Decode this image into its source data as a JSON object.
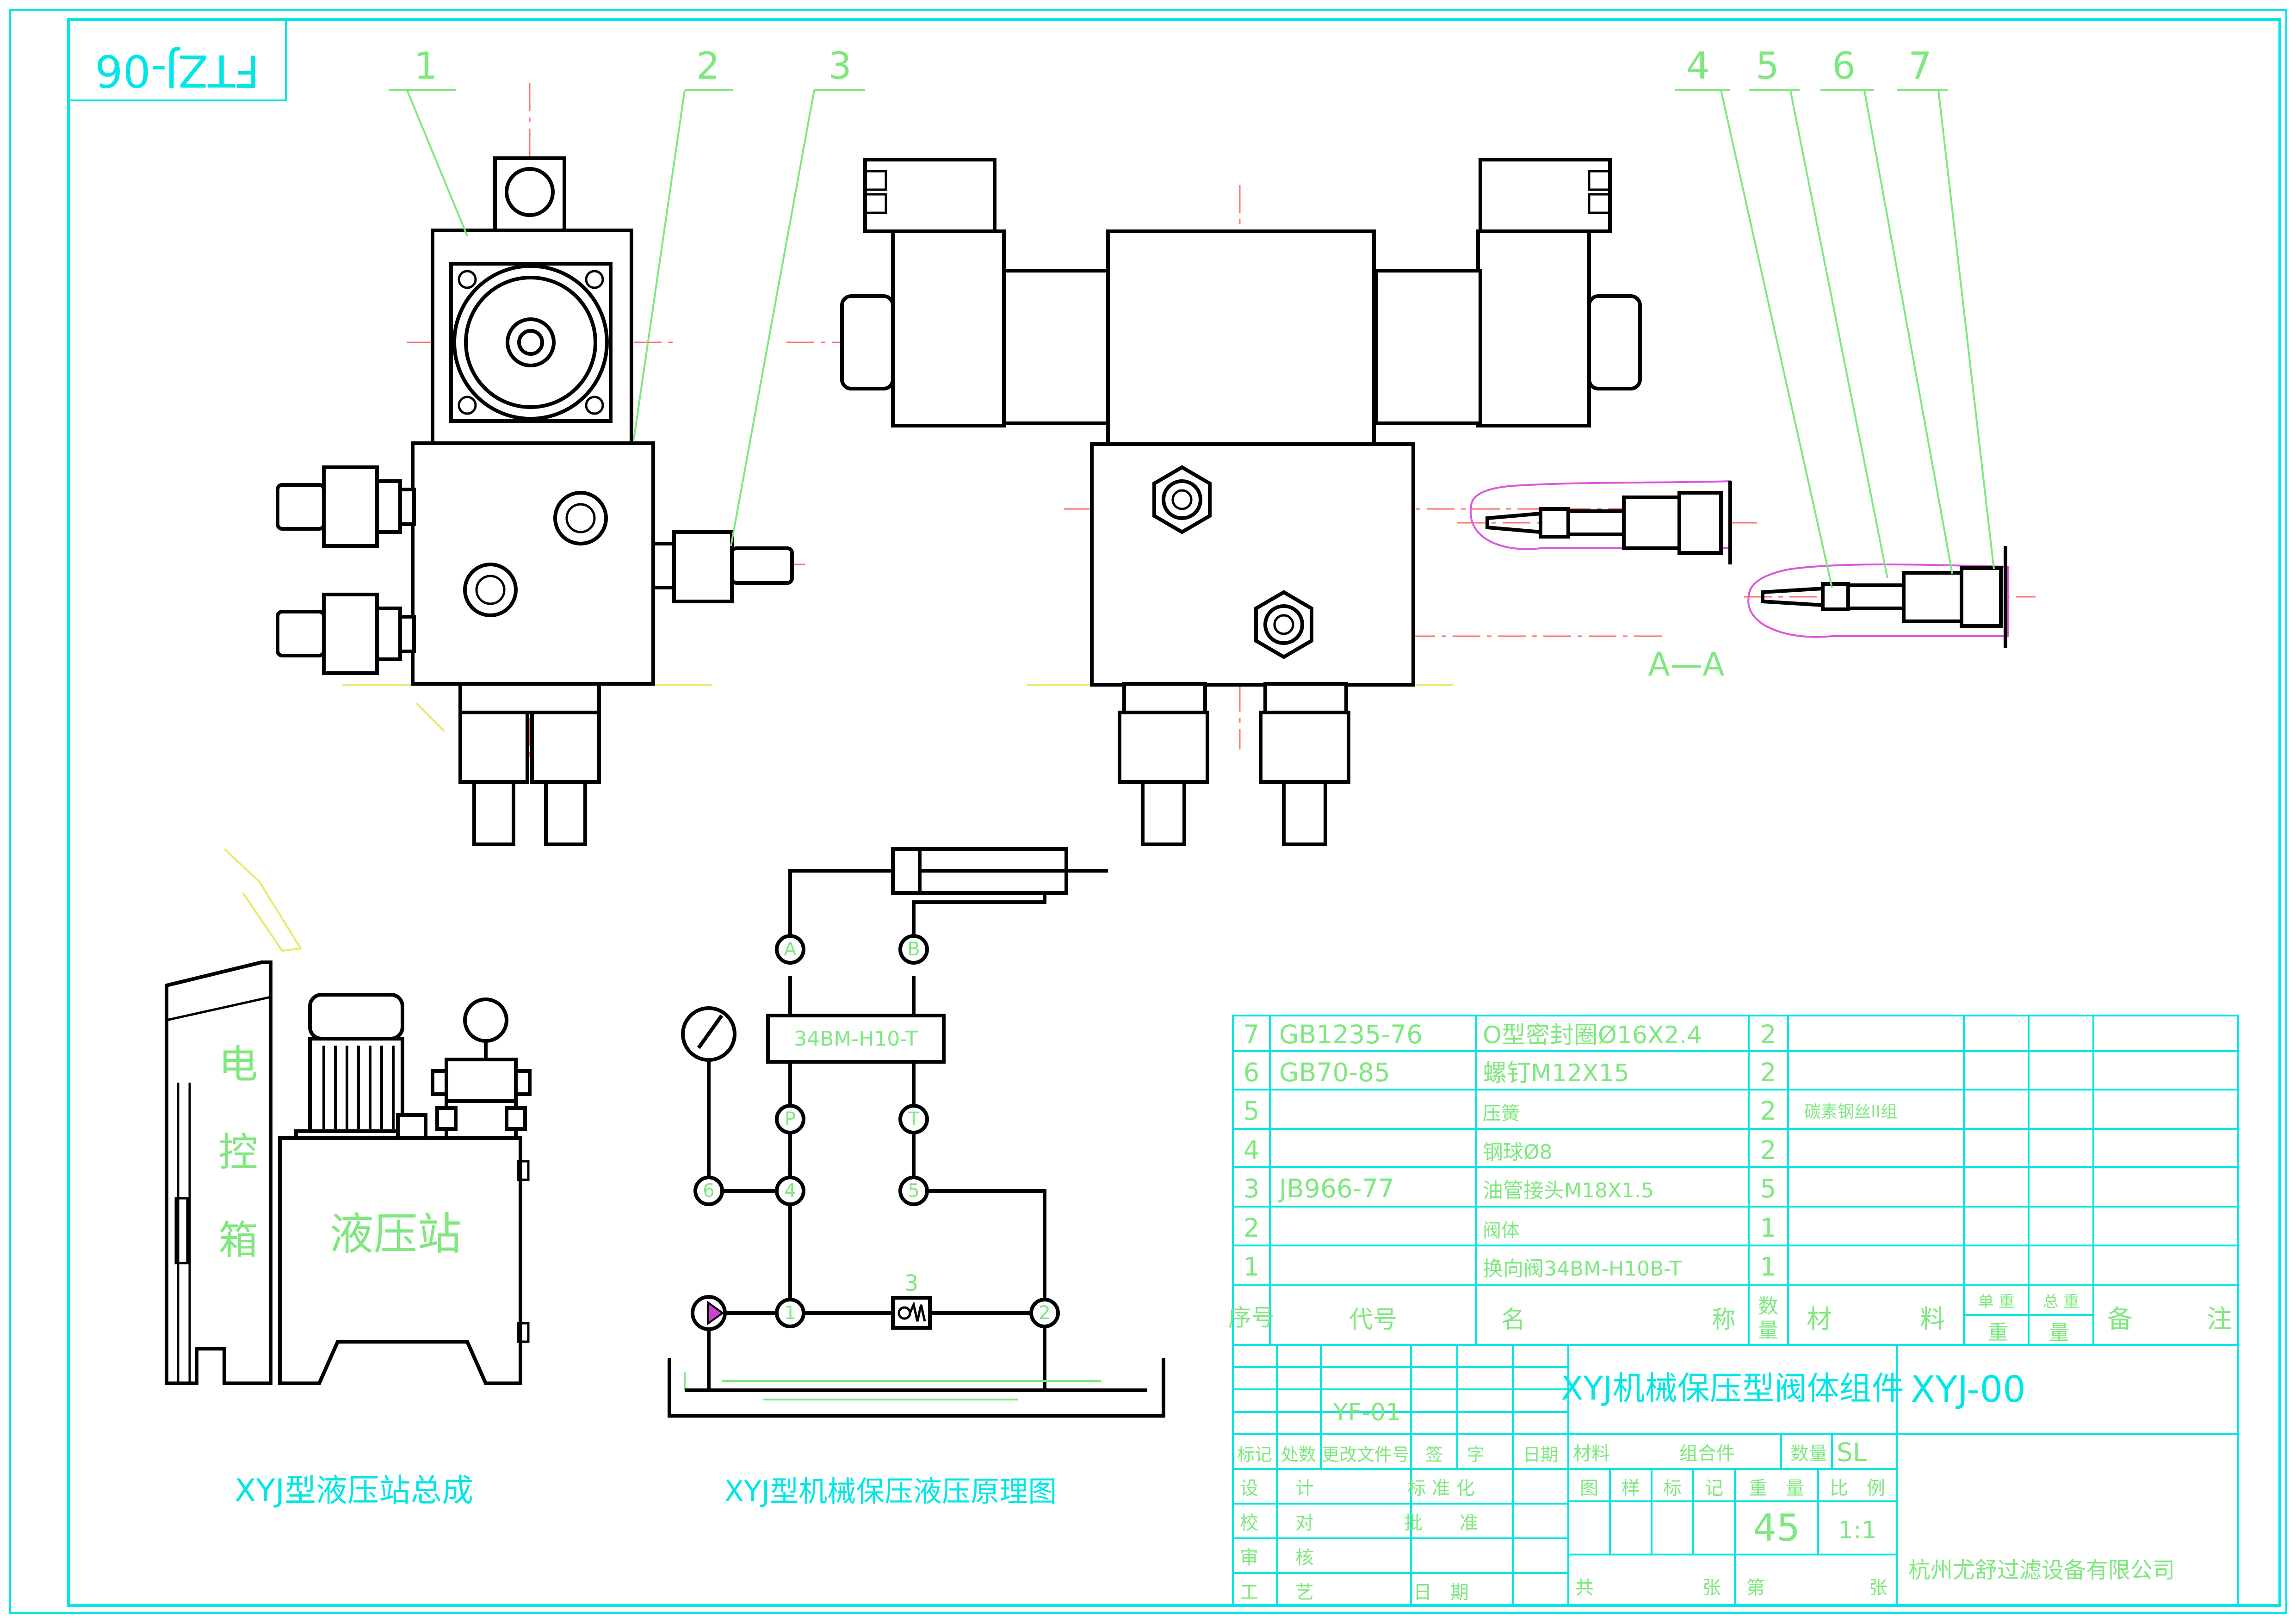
{
  "drawing_code": "FTZJ-06",
  "part_balloons": [
    "1",
    "2",
    "3",
    "4",
    "5",
    "6",
    "7"
  ],
  "section_label": "A—A",
  "station_labels": {
    "control_box": [
      "电",
      "控",
      "箱"
    ],
    "hydraulic_station": "液压站"
  },
  "circuit": {
    "nodes": [
      "A",
      "B",
      "P",
      "T",
      "1",
      "2",
      "4",
      "5",
      "6"
    ],
    "valve_label": "34BM-H10-T",
    "check_valve_no": "3"
  },
  "captions": {
    "assembly": "XYJ型液压站总成",
    "schematic": "XYJ型机械保压液压原理图"
  },
  "bom": {
    "rows": [
      {
        "no": "7",
        "code": "GB1235-76",
        "name": "O型密封圈Ø16X2.4",
        "qty": "2",
        "material": ""
      },
      {
        "no": "6",
        "code": "GB70-85",
        "name": "螺钉M12X15",
        "qty": "2",
        "material": ""
      },
      {
        "no": "5",
        "code": "",
        "name": "压簧",
        "qty": "2",
        "material": "碳素钢丝II组"
      },
      {
        "no": "4",
        "code": "",
        "name": "钢球Ø8",
        "qty": "2",
        "material": ""
      },
      {
        "no": "3",
        "code": "JB966-77",
        "name": "油管接头M18X1.5",
        "qty": "5",
        "material": ""
      },
      {
        "no": "2",
        "code": "",
        "name": "阀体",
        "qty": "1",
        "material": ""
      },
      {
        "no": "1",
        "code": "",
        "name": "换向阀34BM-H10B-T",
        "qty": "1",
        "material": ""
      }
    ],
    "header": {
      "no": "序号",
      "code": "代号",
      "name_a": "名",
      "name_b": "称",
      "qty_a": "数",
      "qty_b": "量",
      "mat_a": "材",
      "mat_b": "料",
      "single": "单 重",
      "total": "总 重",
      "weight": "重　　量",
      "remark_a": "备",
      "remark_b": "注"
    }
  },
  "title_block": {
    "title": "XYJ机械保压型阀体组件",
    "drawing_no": "XYJ-00",
    "ref_code": "YF-01",
    "material_label": "材料",
    "material_value": "组合件",
    "qty_label": "数量",
    "qty_value": "SL",
    "labels_row1": [
      "标记",
      "处数",
      "更改文件号",
      "签",
      "字",
      "日期"
    ],
    "design": "设　　计",
    "standard": "标 准 化",
    "check": "校　　对",
    "approve": "批　　准",
    "review": "审　　核",
    "process": "工　　艺",
    "date": "日　期",
    "stage_labels": [
      "图",
      "样",
      "标",
      "记"
    ],
    "weight_label": "重　量",
    "scale_label": "比　例",
    "weight_value": "45",
    "scale_value": "1:1",
    "sheet_total": "共",
    "sheet_word": "张",
    "sheet_no": "第",
    "company": "杭州尤舒过滤设备有限公司"
  }
}
